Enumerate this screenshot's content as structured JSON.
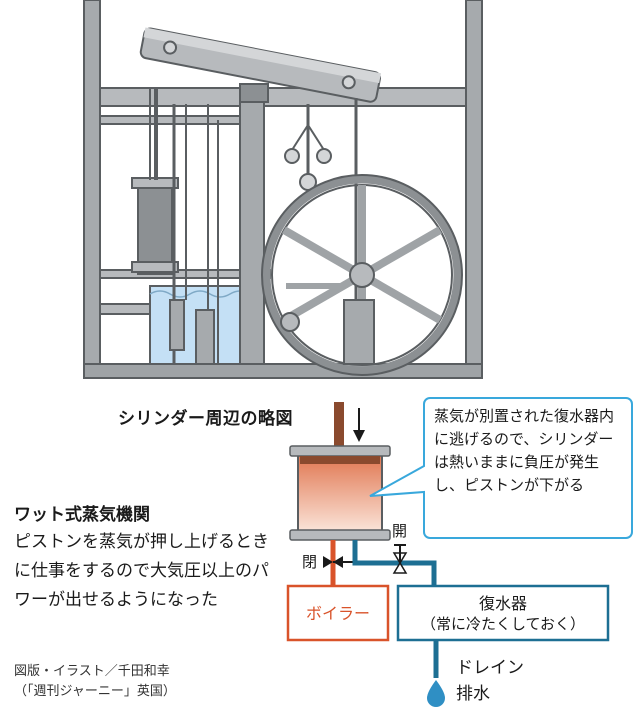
{
  "labels": {
    "cylinder_heading": "シリンダー周辺の略図",
    "callout": "蒸気が別置された復水器内に逃げるので、シリンダーは熱いままに負圧が発生し、ピストンが下がる",
    "valve_open": "開",
    "valve_closed": "閉",
    "boiler": "ボイラー",
    "condenser_name": "復水器",
    "condenser_note": "（常に冷たくしておく）",
    "drain": "ドレイン",
    "drain_water": "排水"
  },
  "article": {
    "title": "ワット式蒸気機関",
    "body": "ピストンを蒸気が押し上げるときに仕事をするので大気圧以上のパワーが出せるようになった"
  },
  "credits": {
    "line1": "図版・イラスト／千田和幸",
    "line2": "（「週刊ジャーニー」英国）"
  },
  "colors": {
    "steel": "#9fa3a6",
    "steel_dark": "#5a5e61",
    "water": "#c4e0f5",
    "steam_red": "#d9532a",
    "condenser_blue": "#1d6f93",
    "callout_border": "#39a8dc",
    "hot_gradient_top": "#e0754f",
    "hot_gradient_bottom": "#fbe5da"
  }
}
